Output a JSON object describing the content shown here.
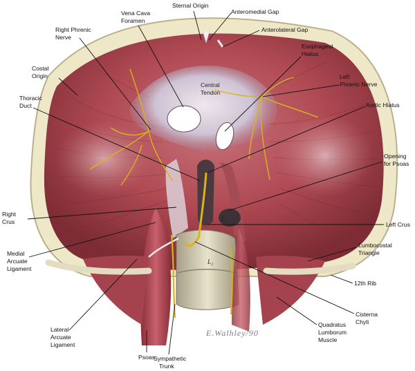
{
  "labels": {
    "sternal_origin": "Sternal Origin",
    "vena_cava_foramen": [
      "Vena Cava",
      "Foramen"
    ],
    "anteromedial_gap": "Anteromedial Gap",
    "anterolateral_gap": "Anterolateral Gap",
    "right_phrenic_nerve": [
      "Right Phrenic",
      "Nerve"
    ],
    "esophageal_hiatus": [
      "Esophageal",
      "Hiatus"
    ],
    "costal_origin": [
      "Costal",
      "Origin"
    ],
    "central_tendon": [
      "Central",
      "Tendon"
    ],
    "left_phrenic_nerve": [
      "Left",
      "Phrenic Nerve"
    ],
    "thoracic_duct": [
      "Thoracic",
      "Duct"
    ],
    "aortic_hiatus": "Aortic Hiatus",
    "opening_for_psoas": [
      "Opening",
      "for Psoas"
    ],
    "right_crus": [
      "Right",
      "Crus"
    ],
    "left_crus": "Left Crus",
    "medial_arcuate_ligament": [
      "Medial",
      "Arcuate",
      "Ligament"
    ],
    "lumbocostal_triangle": [
      "Lumbocostal",
      "Triangle"
    ],
    "twelfth_rib": "12th Rib",
    "cisterna_chyli": [
      "Cisterna",
      "Chyli"
    ],
    "lateral_arcuate_ligament": [
      "Lateral",
      "Arcuate",
      "Ligament"
    ],
    "quadratus_lumborum_muscle": [
      "Quadratus",
      "Lumborum",
      "Muscle"
    ],
    "psoas": "Psoas",
    "sympathetic_trunk": [
      "Sympathetic",
      "Trunk"
    ],
    "vertebra_l1": "L₁",
    "vertebra_l2": "L₂"
  },
  "signature": "E.Walhley/90",
  "colors": {
    "muscle": "#b3545a",
    "muscle_dark": "#7a2a33",
    "tendon": "#d9d6e0",
    "nerve": "#d8b418",
    "rib": "#ede6c4",
    "bone": "#d9d1b4"
  }
}
